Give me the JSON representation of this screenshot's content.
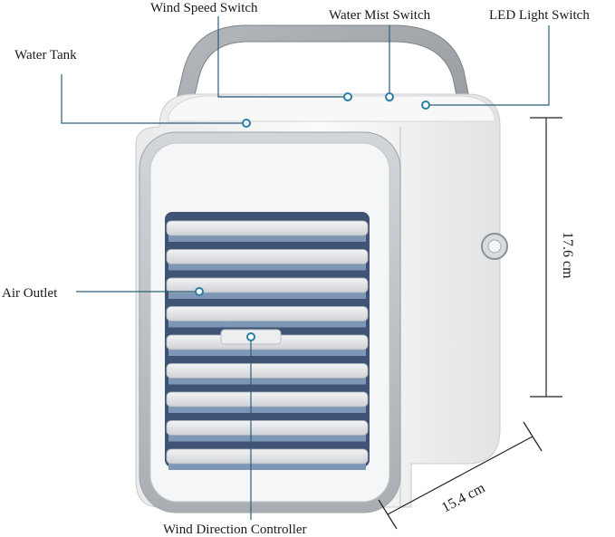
{
  "labels": {
    "wind_speed_switch": "Wind Speed Switch",
    "water_mist_switch": "Water Mist Switch",
    "led_light_switch": "LED Light Switch",
    "water_tank": "Water Tank",
    "air_outlet": "Air Outlet",
    "wind_direction_controller": "Wind Direction Controller"
  },
  "dimensions": {
    "height": "17.6 cm",
    "width": "15.4 cm"
  },
  "colors": {
    "leader_line": "#2a5f7a",
    "leader_dot": "#2a7fa8",
    "body_white": "#f4f4f4",
    "frame_grey": "#b8bcc0",
    "handle_grey": "#9ea3a8",
    "louver": "#e6e8ea",
    "louver_shadow": "#7f97b6",
    "dim_line": "#222222"
  }
}
